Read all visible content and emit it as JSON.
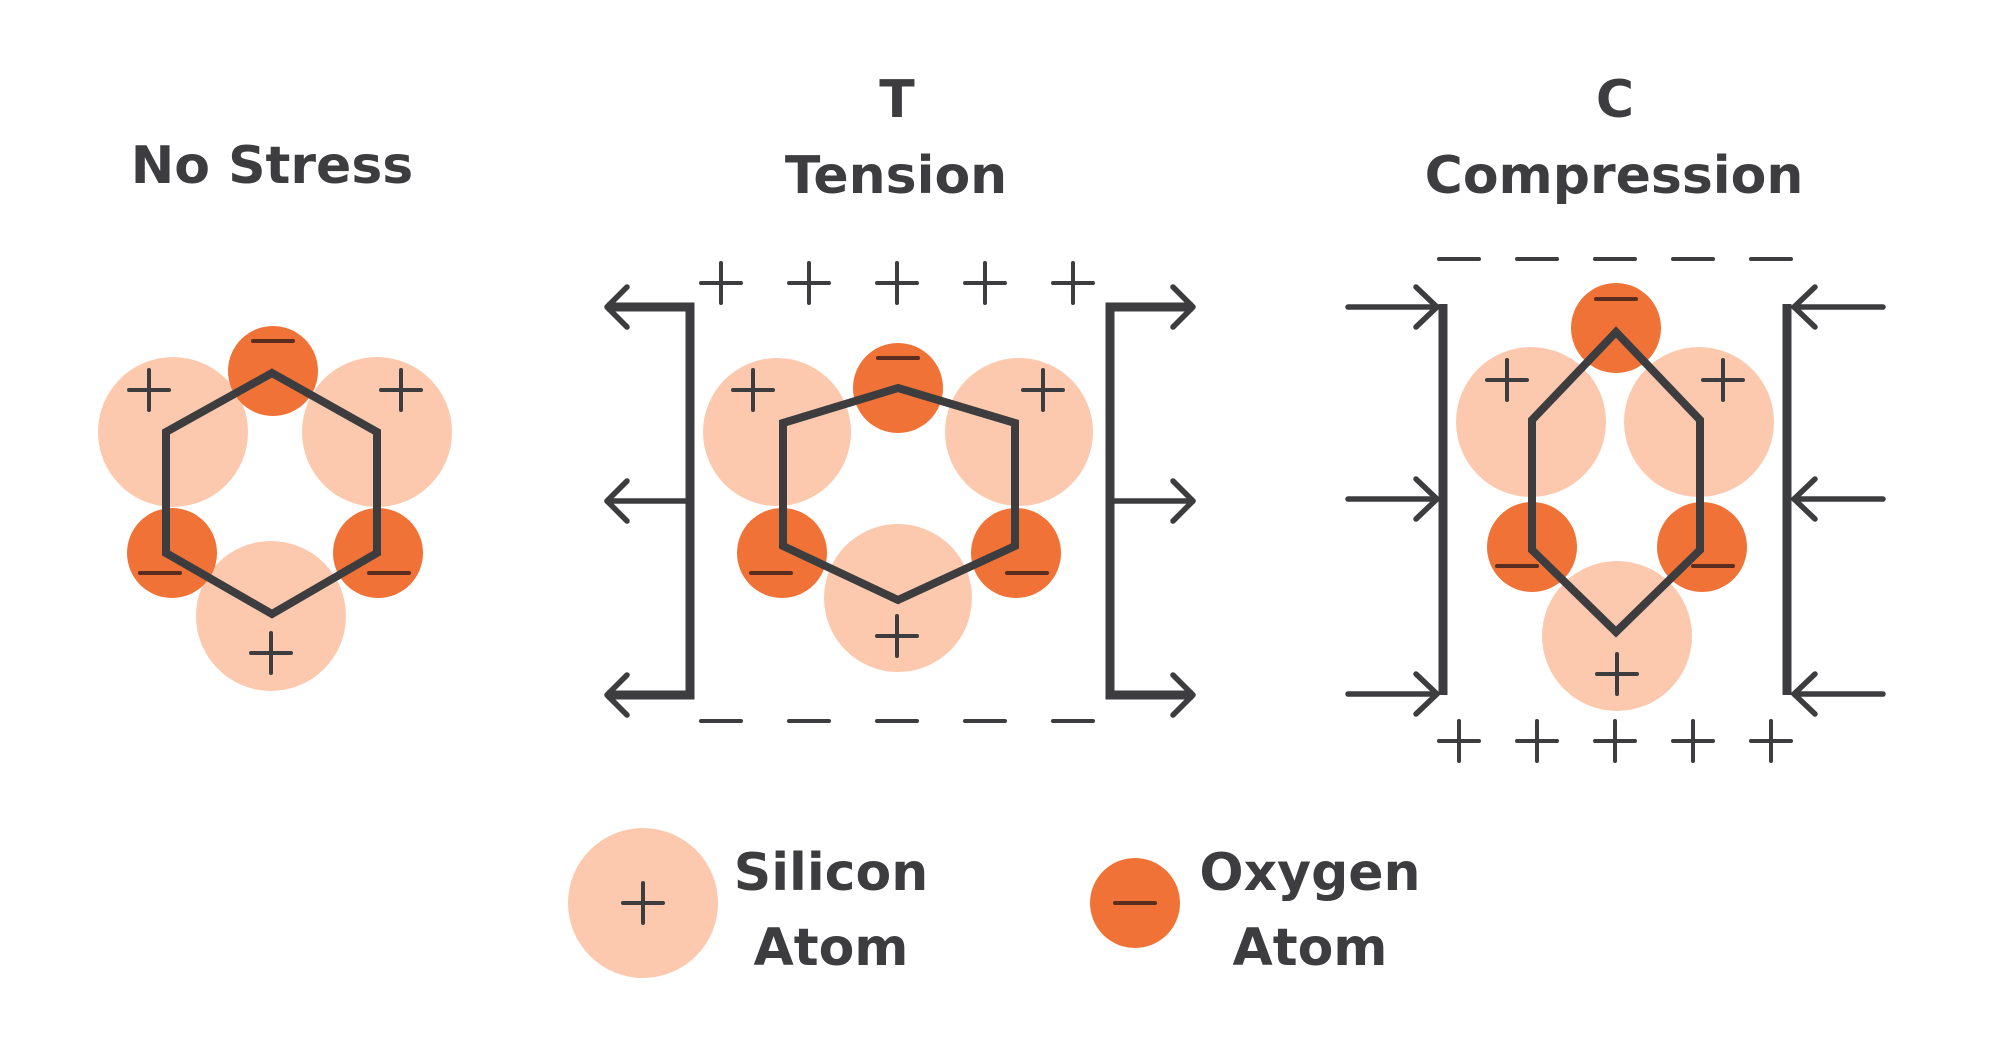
{
  "panels": {
    "no_stress": {
      "title": "No Stress",
      "ring_atoms": [
        "oxygen",
        "silicon",
        "oxygen",
        "silicon",
        "oxygen",
        "silicon"
      ]
    },
    "tension": {
      "symbol": "T",
      "title": "Tension",
      "force_direction": "outward",
      "arrow_count_per_side": 3,
      "top_surface_charge": "+",
      "top_surface_charge_count": 5,
      "bottom_surface_charge": "−",
      "bottom_surface_charge_count": 5
    },
    "compression": {
      "symbol": "C",
      "title": "Compression",
      "force_direction": "inward",
      "arrow_count_per_side": 3,
      "top_surface_charge": "−",
      "top_surface_charge_count": 5,
      "bottom_surface_charge": "+",
      "bottom_surface_charge_count": 5
    }
  },
  "atoms": {
    "silicon": {
      "charge": "+",
      "color": "#fcc9ae"
    },
    "oxygen": {
      "charge": "−",
      "color": "#f07237"
    }
  },
  "legend": {
    "silicon": {
      "line1": "Silicon",
      "line2": "Atom",
      "symbol": "+"
    },
    "oxygen": {
      "line1": "Oxygen",
      "line2": "Atom",
      "symbol": "−"
    }
  },
  "colors": {
    "ink": "#3d3d40",
    "silicon": "#fcc9ae",
    "oxygen": "#f07237",
    "sign_on_oxygen": "#5b2d1f",
    "background": "#ffffff"
  }
}
